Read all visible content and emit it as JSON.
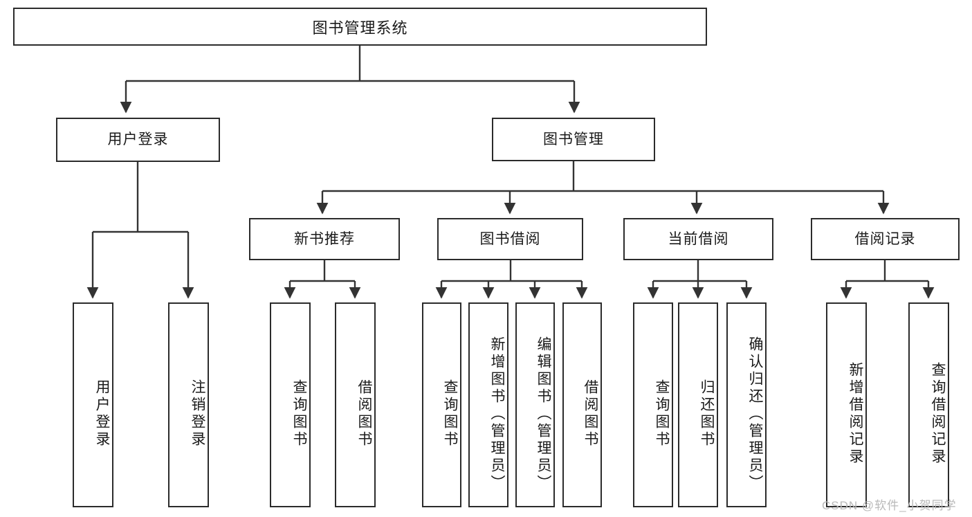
{
  "diagram": {
    "type": "tree-hierarchy",
    "title": "图书管理系统",
    "root": {
      "label": "图书管理系统"
    },
    "level2": [
      {
        "id": "user-login",
        "label": "用户登录"
      },
      {
        "id": "book-management",
        "label": "图书管理"
      }
    ],
    "level3": [
      {
        "id": "new-book-recommend",
        "label": "新书推荐",
        "parent": "book-management"
      },
      {
        "id": "book-borrow",
        "label": "图书借阅",
        "parent": "book-management"
      },
      {
        "id": "current-borrow",
        "label": "当前借阅",
        "parent": "book-management"
      },
      {
        "id": "borrow-record",
        "label": "借阅记录",
        "parent": "book-management"
      }
    ],
    "leaves": [
      {
        "id": "leaf-user-login",
        "label": "用户登录",
        "parent": "user-login"
      },
      {
        "id": "leaf-logout-login",
        "label": "注销登录",
        "parent": "user-login"
      },
      {
        "id": "leaf-query-book-1",
        "label": "查询图书",
        "parent": "new-book-recommend"
      },
      {
        "id": "leaf-borrow-book-1",
        "label": "借阅图书",
        "parent": "new-book-recommend"
      },
      {
        "id": "leaf-query-book-2",
        "label": "查询图书",
        "parent": "book-borrow"
      },
      {
        "id": "leaf-add-book",
        "label": "新增图书（管理员）",
        "parent": "book-borrow"
      },
      {
        "id": "leaf-edit-book",
        "label": "编辑图书（管理员）",
        "parent": "book-borrow"
      },
      {
        "id": "leaf-borrow-book-2",
        "label": "借阅图书",
        "parent": "book-borrow"
      },
      {
        "id": "leaf-query-book-3",
        "label": "查询图书",
        "parent": "current-borrow"
      },
      {
        "id": "leaf-return-book",
        "label": "归还图书",
        "parent": "current-borrow"
      },
      {
        "id": "leaf-confirm-return",
        "label": "确认归还（管理员）",
        "parent": "current-borrow"
      },
      {
        "id": "leaf-add-record",
        "label": "新增借阅记录",
        "parent": "borrow-record"
      },
      {
        "id": "leaf-query-record",
        "label": "查询借阅记录",
        "parent": "borrow-record"
      }
    ],
    "colors": {
      "border": "#2b2b2b",
      "background": "#ffffff",
      "text": "#1a1a1a",
      "edge": "#333333",
      "watermark": "#b9b9b9"
    }
  },
  "watermark": {
    "text": "CSDN @软件_小贺同学"
  }
}
